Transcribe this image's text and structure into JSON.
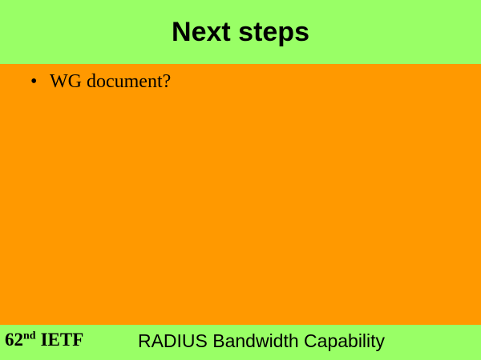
{
  "slide": {
    "title": "Next steps",
    "bullet_glyph": "•",
    "bullets": [
      {
        "text": "WG document?"
      }
    ],
    "footer": {
      "event_number": "62",
      "event_ordinal": "nd",
      "event_name": "IETF",
      "center_title": "RADIUS Bandwidth Capability"
    },
    "colors": {
      "band_green": "#99FF66",
      "content_orange": "#FF9900",
      "text_black": "#000000"
    }
  }
}
